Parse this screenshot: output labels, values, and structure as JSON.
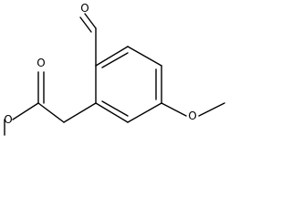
{
  "molecule": {
    "atoms": {
      "aldehyde_oxygen": "O",
      "carbonyl_oxygen": "O",
      "ester_oxygen": "O",
      "methoxy_oxygen": "O"
    }
  }
}
